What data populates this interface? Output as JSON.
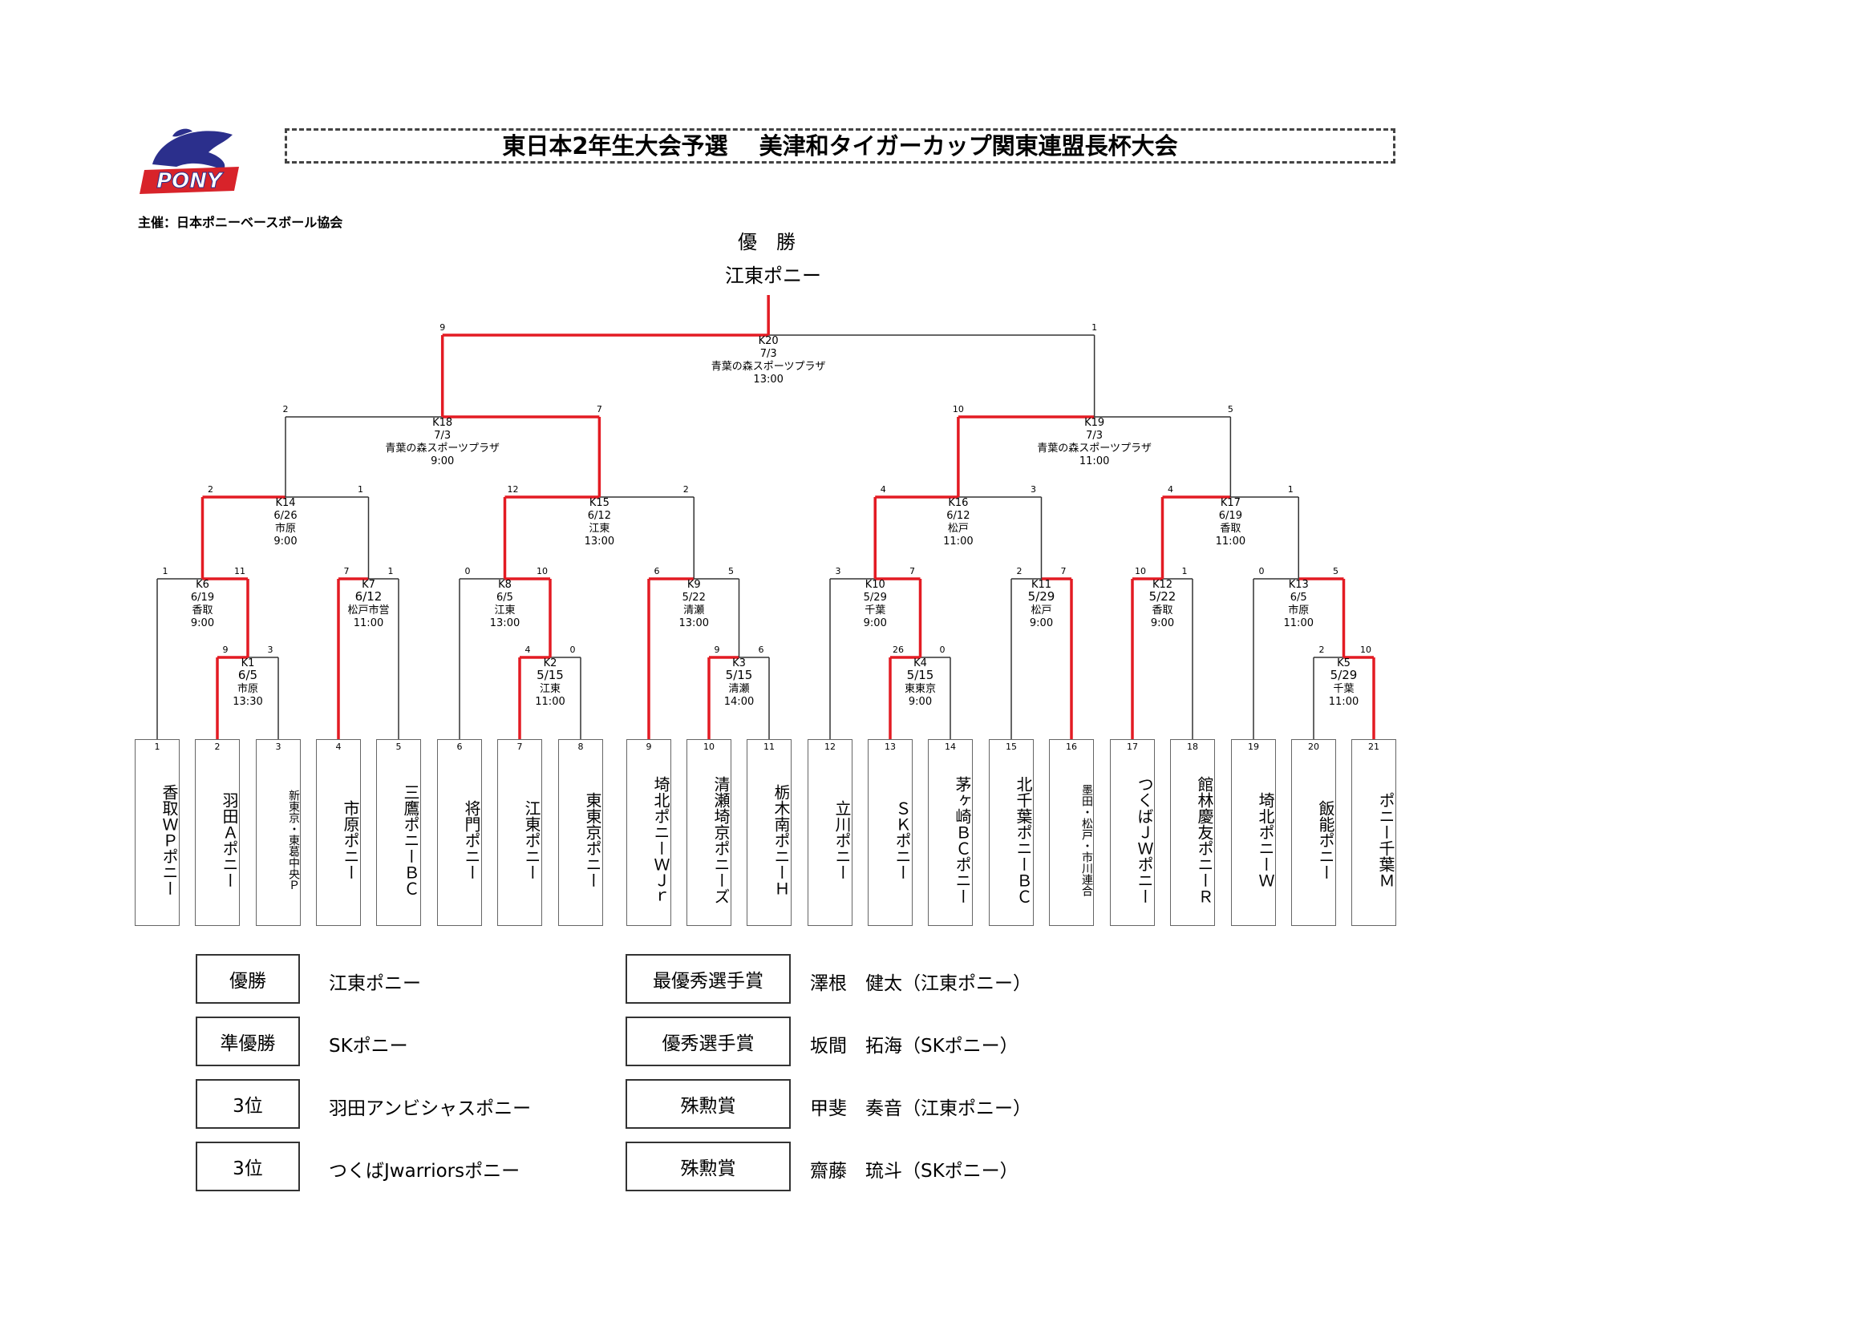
{
  "title": "東日本2年生大会予選　 美津和タイガーカップ関東連盟長杯大会",
  "organizer": "主催：日本ポニーベースボール協会",
  "logo_text": "PONY",
  "champion_heading": "優　勝",
  "champion_name": "江東ポニー",
  "teams": [
    {
      "num": "1",
      "name": "香取ＷＰポニー"
    },
    {
      "num": "2",
      "name": "羽田Ａポニー"
    },
    {
      "num": "3",
      "name": "新東京・東葛中央Ｐ"
    },
    {
      "num": "4",
      "name": "市原ポニー"
    },
    {
      "num": "5",
      "name": "三鷹ポニーＢＣ"
    },
    {
      "num": "6",
      "name": "将門ポニー"
    },
    {
      "num": "7",
      "name": "江東ポニー"
    },
    {
      "num": "8",
      "name": "東東京ポニー"
    },
    {
      "num": "9",
      "name": "埼北ポニーＷＪｒ"
    },
    {
      "num": "10",
      "name": "清瀬埼京ポニーズ"
    },
    {
      "num": "11",
      "name": "栃木南ポニーＨ"
    },
    {
      "num": "12",
      "name": "立川ポニー"
    },
    {
      "num": "13",
      "name": "ＳＫポニー"
    },
    {
      "num": "14",
      "name": "茅ヶ崎ＢＣポニー"
    },
    {
      "num": "15",
      "name": "北千葉ポニーＢＣ"
    },
    {
      "num": "16",
      "name": "墨田・松戸・市川連合"
    },
    {
      "num": "17",
      "name": "つくばＪＷポニー"
    },
    {
      "num": "18",
      "name": "館林慶友ポニーＲ"
    },
    {
      "num": "19",
      "name": "埼北ポニーＷ"
    },
    {
      "num": "20",
      "name": "飯能ポニー"
    },
    {
      "num": "21",
      "name": "ポニー千葉Ｍ"
    }
  ],
  "games": [
    {
      "id": "K1",
      "date": "6/5",
      "venue": "市原",
      "time": "13:30",
      "ls": "9",
      "rs": "3"
    },
    {
      "id": "K2",
      "date": "5/15",
      "venue": "江東",
      "time": "11:00",
      "ls": "4",
      "rs": "0"
    },
    {
      "id": "K3",
      "date": "5/15",
      "venue": "清瀬",
      "time": "14:00",
      "ls": "9",
      "rs": "6"
    },
    {
      "id": "K4",
      "date": "5/15",
      "venue": "東東京",
      "time": "9:00",
      "ls": "26",
      "rs": "0"
    },
    {
      "id": "K5",
      "date": "5/29",
      "venue": "千葉",
      "time": "11:00",
      "ls": "2",
      "rs": "10"
    },
    {
      "id": "K6",
      "date": "6/19",
      "venue": "香取",
      "time": "9:00",
      "ls": "1",
      "rs": "11"
    },
    {
      "id": "K7",
      "date": "6/12",
      "venue": "松戸市営",
      "time": "11:00",
      "ls": "7",
      "rs": "1"
    },
    {
      "id": "K8",
      "date": "6/5",
      "venue": "江東",
      "time": "13:00",
      "ls": "0",
      "rs": "10"
    },
    {
      "id": "K9",
      "date": "5/22",
      "venue": "清瀬",
      "time": "13:00",
      "ls": "6",
      "rs": "5"
    },
    {
      "id": "K10",
      "date": "5/29",
      "venue": "千葉",
      "time": "9:00",
      "ls": "3",
      "rs": "7"
    },
    {
      "id": "K11",
      "date": "5/29",
      "venue": "松戸",
      "time": "9:00",
      "ls": "2",
      "rs": "7"
    },
    {
      "id": "K12",
      "date": "5/22",
      "venue": "香取",
      "time": "9:00",
      "ls": "10",
      "rs": "1"
    },
    {
      "id": "K13",
      "date": "6/5",
      "venue": "市原",
      "time": "11:00",
      "ls": "0",
      "rs": "5"
    },
    {
      "id": "K14",
      "date": "6/26",
      "venue": "市原",
      "time": "9:00",
      "ls": "2",
      "rs": "1"
    },
    {
      "id": "K15",
      "date": "6/12",
      "venue": "江東",
      "time": "13:00",
      "ls": "12",
      "rs": "2"
    },
    {
      "id": "K16",
      "date": "6/12",
      "venue": "松戸",
      "time": "11:00",
      "ls": "4",
      "rs": "3"
    },
    {
      "id": "K17",
      "date": "6/19",
      "venue": "香取",
      "time": "11:00",
      "ls": "4",
      "rs": "1"
    },
    {
      "id": "K18",
      "date": "7/3",
      "venue": "青葉の森スポーツプラザ",
      "time": "9:00",
      "ls": "2",
      "rs": "7"
    },
    {
      "id": "K19",
      "date": "7/3",
      "venue": "青葉の森スポーツプラザ",
      "time": "11:00",
      "ls": "10",
      "rs": "5"
    },
    {
      "id": "K20",
      "date": "7/3",
      "venue": "青葉の森スポーツプラザ",
      "time": "13:00",
      "ls": "9",
      "rs": "1"
    }
  ],
  "results": [
    {
      "label": "優勝",
      "name": "江東ポニー"
    },
    {
      "label": "準優勝",
      "name": "SKポニー"
    },
    {
      "label": "3位",
      "name": "羽田アンビシャスポニー"
    },
    {
      "label": "3位",
      "name": "つくばJwarriorsポニー"
    }
  ],
  "awards": [
    {
      "label": "最優秀選手賞",
      "name": "澤根　健太（江東ポニー）"
    },
    {
      "label": "優秀選手賞",
      "name": "坂間　拓海（SKポニー）"
    },
    {
      "label": "殊勲賞",
      "name": "甲斐　奏音（江東ポニー）"
    },
    {
      "label": "殊勲賞",
      "name": "齋藤　琉斗（SKポニー）"
    }
  ],
  "colors": {
    "winner_line": "#e31b23",
    "line": "#333333",
    "logo_blue": "#2b2f8c",
    "logo_red": "#d8232a"
  }
}
